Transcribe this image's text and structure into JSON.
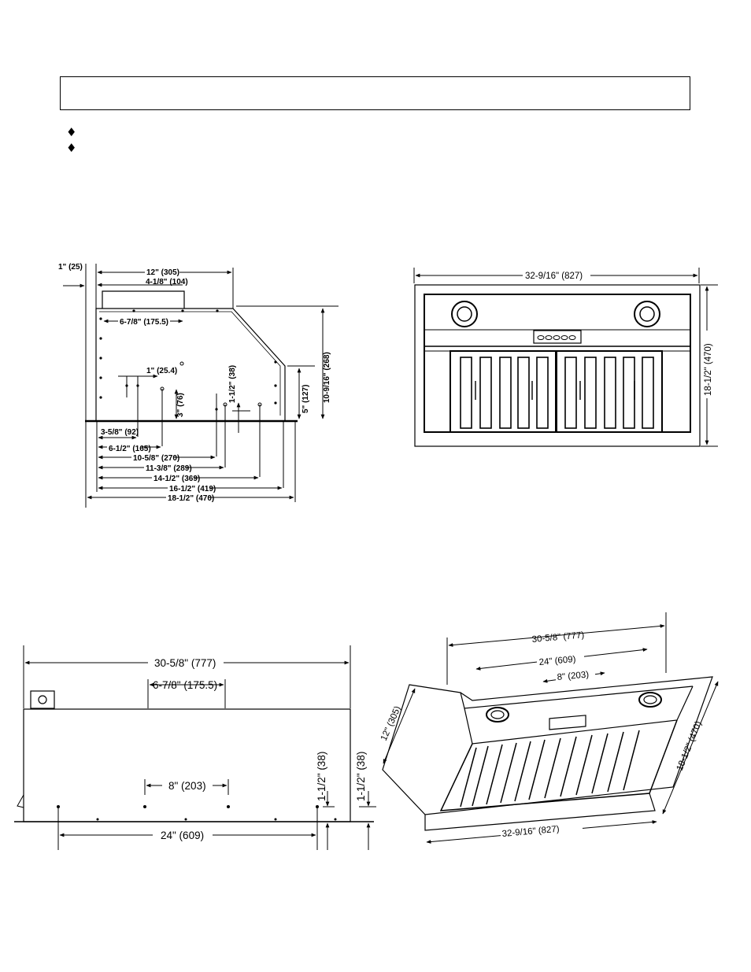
{
  "header_box_text": "",
  "bullets": [
    "♦",
    "♦"
  ],
  "side_view": {
    "dims": {
      "one_in": "1\" (25)",
      "twelve": "12\" (305)",
      "four_1_8": "4-1/8\" (104)",
      "six_7_8": "6-7/8\" (175.5)",
      "ten_9_16": "10-9/16\" (268)",
      "one_25": "1\" (25.4)",
      "one_half_38": "1-1/2\" (38)",
      "five_127": "5\" (127)",
      "three_76": "3\" (76)",
      "three_5_8": "3-5/8\" (92)",
      "six_half": "6-1/2\" (165)",
      "ten_5_8": "10-5/8\" (270)",
      "eleven_3_8": "11-3/8\" (289)",
      "fourteen_half": "14-1/2\" (369)",
      "sixteen_half": "16-1/2\" (419)",
      "eighteen_half": "18-1/2\" (470)"
    }
  },
  "bottom_view": {
    "width": "32-9/16\" (827)",
    "depth": "18-1/2\" (470)"
  },
  "front_view": {
    "width": "30-5/8\" (777)",
    "opening": "6-7/8\" (175.5)",
    "spacing": "8\" (203)",
    "mount": "24\" (609)",
    "offset_a": "1-1/2\" (38)",
    "offset_b": "1-1/2\" (38)"
  },
  "iso_view": {
    "width_top": "30-5/8\" (777)",
    "mount": "24\" (609)",
    "spacing": "8\" (203)",
    "depth_left": "12\" (305)",
    "depth_right": "18-1/2\" (470)",
    "width_front": "32-9/16\" (827)"
  }
}
